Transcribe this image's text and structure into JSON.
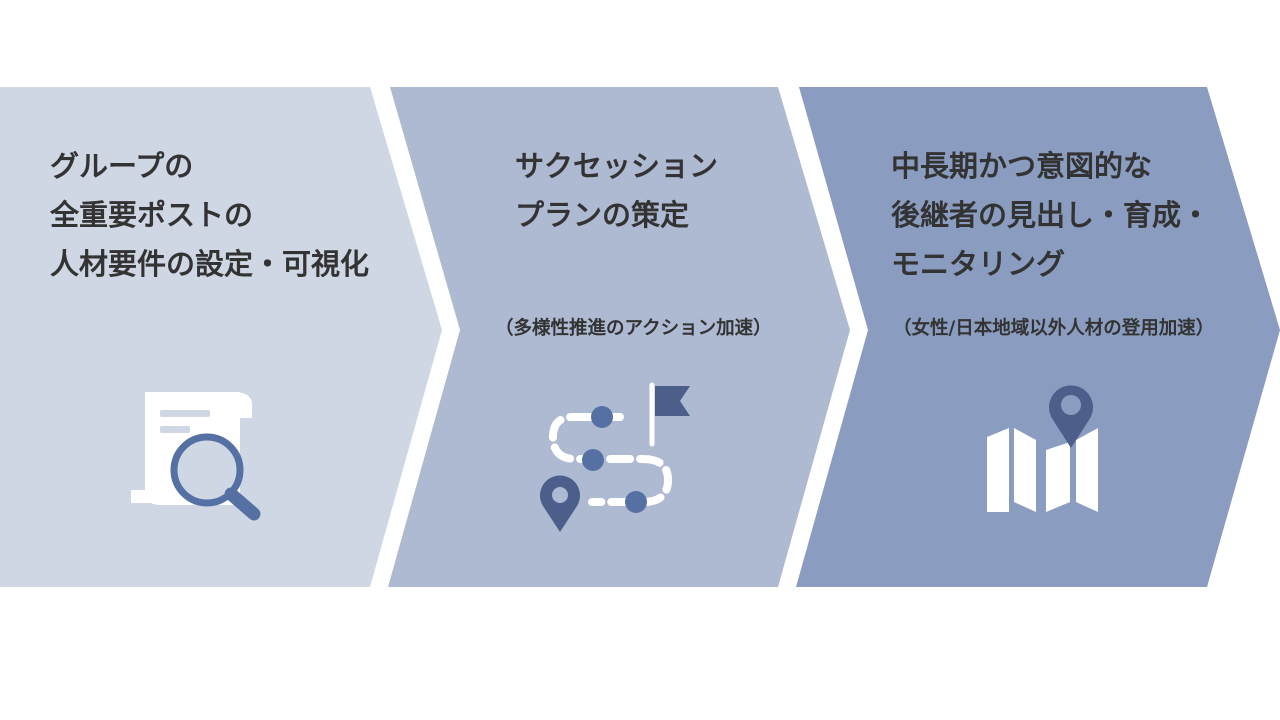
{
  "steps": [
    {
      "title_lines": [
        "グループの",
        "全重要ポストの",
        "人材要件の設定・可視化"
      ],
      "subtitle": "",
      "icon": "document-search-icon",
      "fill_color": "#cfd6e4"
    },
    {
      "title_lines": [
        "サクセッション",
        "プランの策定"
      ],
      "subtitle": "（多様性推進のアクション加速）",
      "icon": "route-flag-icon",
      "fill_color": "#aebad2"
    },
    {
      "title_lines": [
        "中長期かつ意図的な",
        "後継者の見出し・育成・",
        "モニタリング"
      ],
      "subtitle": "（女性/日本地域以外人材の登用加速）",
      "icon": "map-pin-icon",
      "fill_color": "#8a9dc0"
    }
  ],
  "colors": {
    "icon_accent": "#5570a3",
    "icon_dark": "#4b5f8a",
    "icon_light": "#ffffff"
  }
}
